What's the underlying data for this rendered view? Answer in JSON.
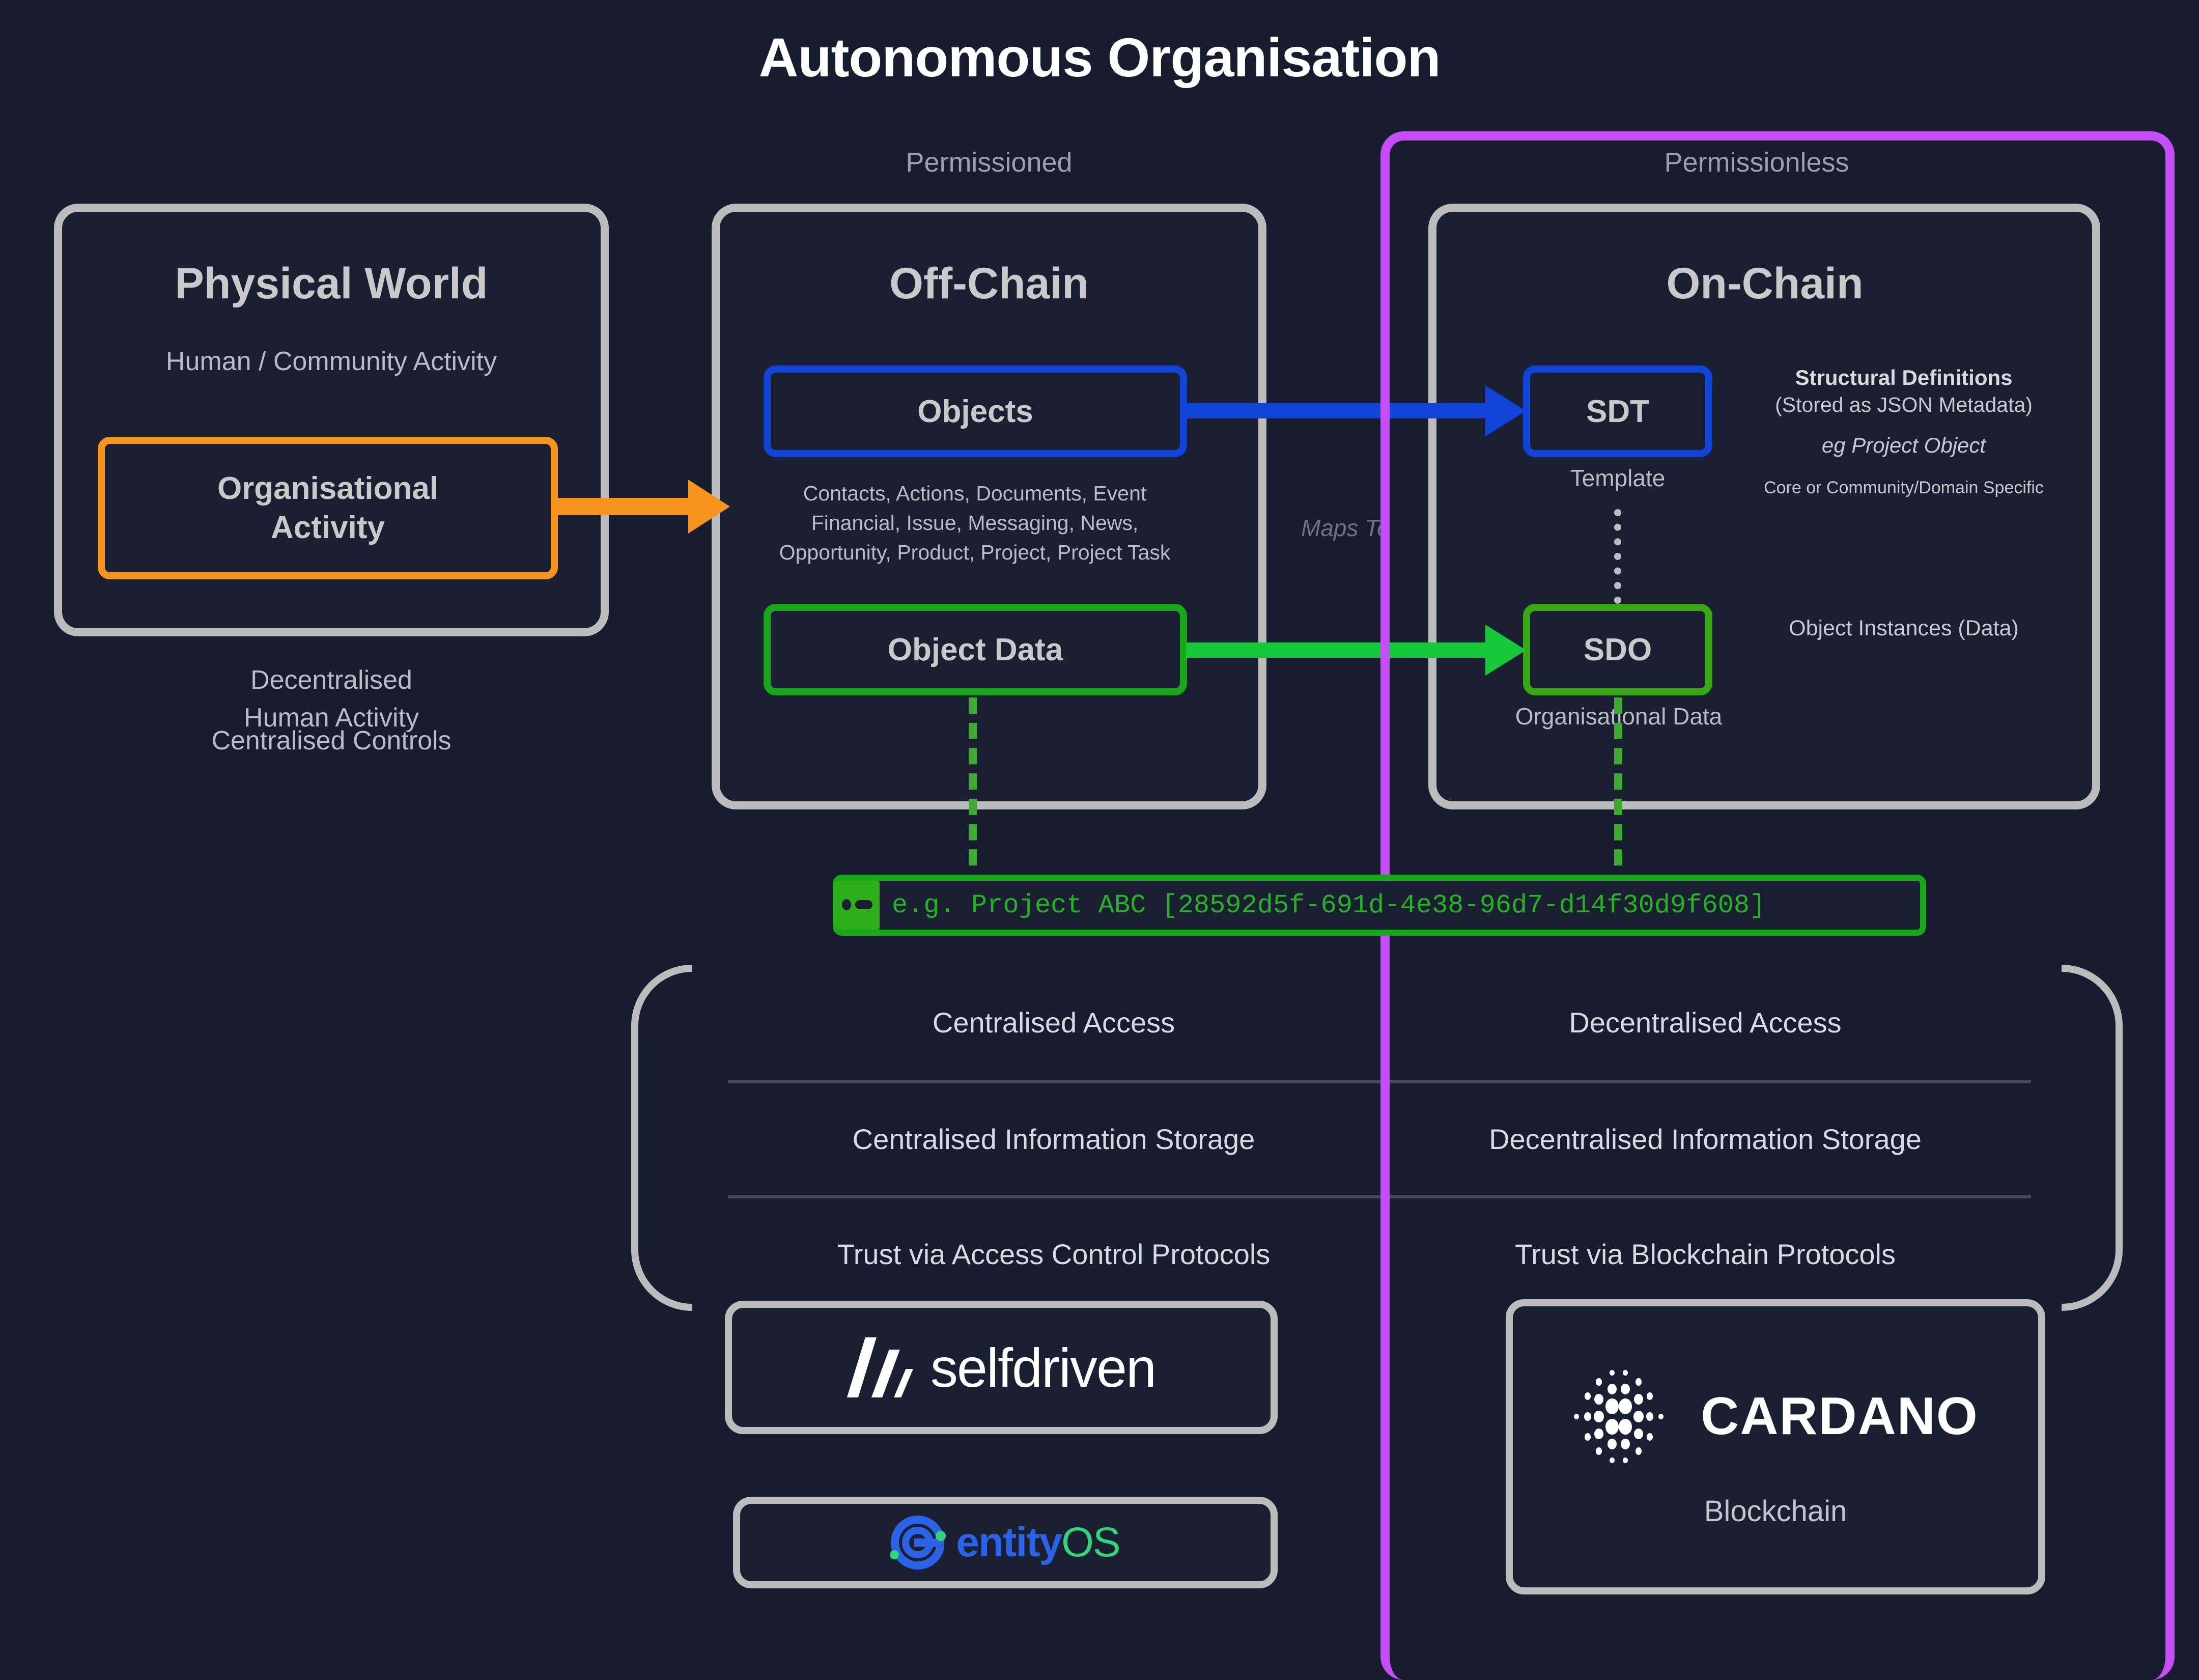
{
  "title": "Autonomous Organisation",
  "zones": {
    "permissioned": "Permissioned",
    "permissionless": "Permissionless"
  },
  "physical": {
    "title": "Physical World",
    "subtitle": "Human / Community Activity",
    "org_activity": "Organisational\nActivity",
    "below": {
      "line1": "Decentralised\nHuman Activity",
      "line2": "Centralised Controls"
    }
  },
  "offchain": {
    "title": "Off-Chain",
    "objects_label": "Objects",
    "objects_list": "Contacts, Actions, Documents, Event\nFinancial, Issue, Messaging, News,\nOpportunity, Product, Project, Project Task",
    "object_data_label": "Object Data"
  },
  "mapping": {
    "maps_to": "Maps To"
  },
  "onchain": {
    "title": "On-Chain",
    "sdt_label": "SDT",
    "sdt_caption": "Template",
    "sdo_label": "SDO",
    "sdo_caption": "Organisational Data",
    "structural": {
      "heading": "Structural Definitions",
      "stored": "(Stored as JSON Metadata)",
      "example": "eg Project Object",
      "scope": "Core or Community/Domain Specific"
    },
    "object_instances": "Object Instances (Data)"
  },
  "codebar": {
    "text": "e.g. Project ABC [28592d5f-691d-4e38-96d7-d14f30d9f608]",
    "icon": "terminal-icon"
  },
  "comparison": {
    "rows": [
      {
        "left": "Centralised Access",
        "right": "Decentralised Access"
      },
      {
        "left": "Centralised Information Storage",
        "right": "Decentralised Information Storage"
      },
      {
        "left": "Trust via Access Control Protocols",
        "right": "Trust via Blockchain Protocols"
      }
    ]
  },
  "logos": {
    "selfdriven": {
      "wordmark": "selfdriven",
      "mark": "selfdriven-mark-icon"
    },
    "entityos": {
      "entity": "entity",
      "os": "OS",
      "mark": "entityos-mark-icon"
    },
    "cardano": {
      "wordmark": "CARDANO",
      "caption": "Blockchain",
      "mark": "cardano-mark-icon"
    }
  },
  "colors": {
    "background": "#171d2e",
    "panel_border": "#bcbcbc",
    "purple": "#c44ef5",
    "orange": "#f7941d",
    "blue": "#1043d8",
    "green": "#16a818",
    "green_bright": "#16c93a",
    "text_primary": "#c9c9c9",
    "text_secondary": "#b9bcc4"
  }
}
